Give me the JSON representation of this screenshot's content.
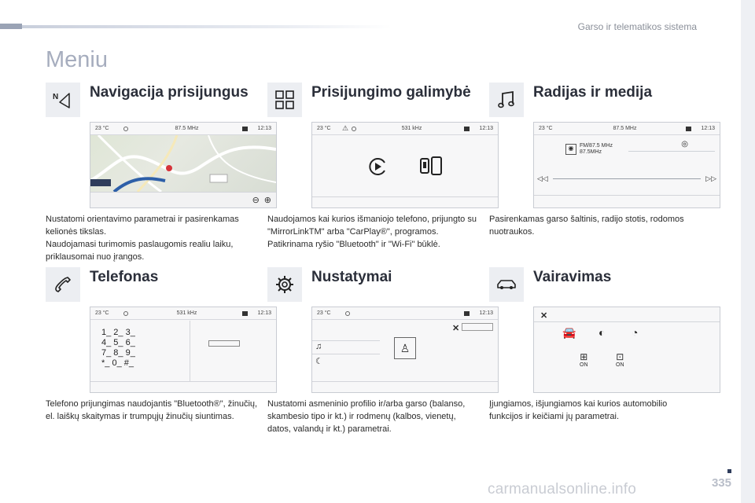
{
  "header": {
    "title": "Garso ir telematikos sistema"
  },
  "page_title": "Meniu",
  "sections": [
    {
      "title": "Navigacija prisijungus",
      "icon": "navigation-arrow-icon",
      "screen": {
        "temp": "23 °C",
        "center": "87.5 MHz",
        "time": "12:13"
      },
      "desc": "Nustatomi orientavimo parametrai ir pasirenkamas kelionės tikslas.\nNaudojamasi turimomis paslaugomis realiu laiku, priklausomai nuo įrangos."
    },
    {
      "title": "Prisijungimo galimybė",
      "icon": "connectivity-grid-icon",
      "screen": {
        "temp": "23 °C",
        "center": "531 kHz",
        "time": "12:13"
      },
      "desc": "Naudojamos kai kurios išmaniojo telefono, prijungto su \"MirrorLinkTM\" arba \"CarPlay®\", programos.\nPatikrinama ryšio \"Bluetooth\" ir \"Wi-Fi\" būklė."
    },
    {
      "title": "Radijas ir medija",
      "icon": "music-note-icon",
      "screen": {
        "temp": "23 °C",
        "center": "87.5 MHz",
        "time": "12:13",
        "station_line1": "FM/87.5 MHz",
        "station_line2": "87.5MHz"
      },
      "desc": "Pasirenkamas garso šaltinis, radijo stotis, rodomos nuotraukos."
    },
    {
      "title": "Telefonas",
      "icon": "phone-handset-icon",
      "screen": {
        "temp": "23 °C",
        "center": "531 kHz",
        "time": "12:13",
        "keypad": [
          "1_ 2_ 3_",
          "4_ 5_ 6_",
          "7_ 8_ 9_",
          "*_ 0_ #_"
        ]
      },
      "desc": "Telefono prijungimas naudojantis \"Bluetooth®\", žinučių, el. laiškų skaitymas ir trumpųjų žinučių siuntimas."
    },
    {
      "title": "Nustatymai",
      "icon": "settings-gear-icon",
      "screen": {
        "temp": "23 °C",
        "time": "12:13"
      },
      "desc": "Nustatomi asmeninio profilio ir/arba garso (balanso, skambesio tipo ir kt.) ir rodmenų (kalbos, vienetų, datos, valandų ir kt.) parametrai."
    },
    {
      "title": "Vairavimas",
      "icon": "car-icon",
      "screen": {
        "badge1": "ON",
        "badge2": "ON"
      },
      "desc": "Įjungiamos, išjungiamos kai kurios automobilio funkcijos ir keičiami jų parametrai."
    }
  ],
  "footer": {
    "page_number": "335",
    "watermark": "carmanualsonline.info"
  }
}
